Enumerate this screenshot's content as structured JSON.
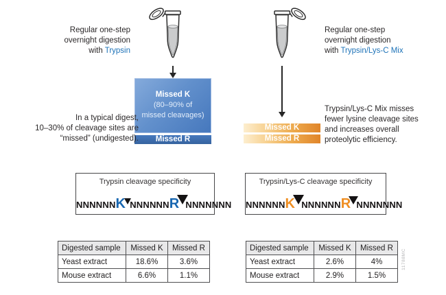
{
  "figure": {
    "left": {
      "intro": {
        "line1": "Regular one-step",
        "line2": "overnight digestion",
        "line3_prefix": "with ",
        "line3_accent": "Trypsin"
      },
      "missed_box": {
        "title": "Missed K",
        "sub1": "(80–90% of",
        "sub2": "missed cleavages)",
        "bottom": "Missed R"
      },
      "note": "In a typical digest,\n10–30% of cleavage sites are\n“missed” (undigested).",
      "specificity": {
        "title": "Trypsin cleavage specificity",
        "seq_a": "NNNNNN",
        "res_k": "K",
        "seq_b": "NNNNNN",
        "res_r": "R",
        "seq_c": "NNNNNNN"
      },
      "table": {
        "headers": [
          "Digested sample",
          "Missed K",
          "Missed R"
        ],
        "rows": [
          [
            "Yeast extract",
            "18.6%",
            "3.6%"
          ],
          [
            "Mouse extract",
            "6.6%",
            "1.1%"
          ]
        ]
      }
    },
    "right": {
      "intro": {
        "line1": "Regular one-step",
        "line2": "overnight digestion",
        "line3_prefix": "with ",
        "line3_accent": "Trypsin/Lys-C Mix"
      },
      "bars": {
        "k": "Missed K",
        "r": "Missed R"
      },
      "note": "Trypsin/Lys-C Mix misses\nfewer lysine cleavage sites\nand increases overall\nproteolytic efficiency.",
      "specificity": {
        "title": "Trypsin/Lys-C cleavage specificity",
        "seq_a": "NNNNNN",
        "res_k": "K",
        "seq_b": "NNNNNN",
        "res_r": "R",
        "seq_c": "NNNNNNN"
      },
      "table": {
        "headers": [
          "Digested sample",
          "Missed K",
          "Missed R"
        ],
        "rows": [
          [
            "Yeast extract",
            "2.6%",
            "4%"
          ],
          [
            "Mouse extract",
            "2.9%",
            "1.5%"
          ]
        ]
      }
    },
    "watermark": "11788MC",
    "colors": {
      "accent_blue": "#1e73b8",
      "spec_letter_blue": "#1766b0",
      "spec_letter_orange": "#ef8e22",
      "missed_box_blue_top": "#84aadb",
      "missed_box_blue_bottom": "#4678bd",
      "missed_r_bar_blue": "#3d6cb2",
      "orange_bar_light": "#fdeecf",
      "orange_bar_dark": "#e0852a",
      "table_header_bg": "#e8e8e9"
    }
  }
}
